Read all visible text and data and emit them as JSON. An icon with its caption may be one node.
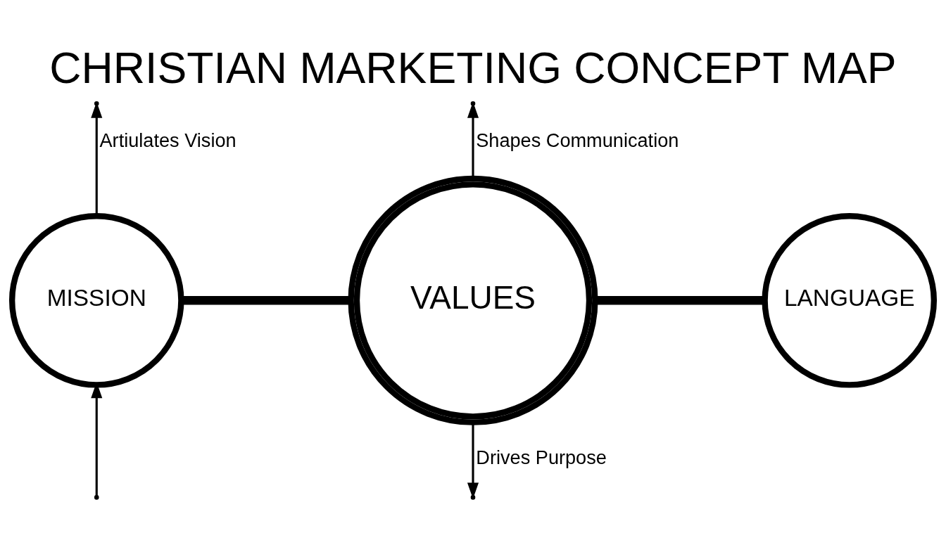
{
  "diagram": {
    "title": "CHRISTIAN MARKETING CONCEPT MAP",
    "nodes": [
      {
        "text": [
          "MISSION"
        ]
      },
      {
        "text": [
          "VALUES"
        ]
      },
      {
        "text": [
          "LANGUAGE"
        ]
      }
    ],
    "edges": [
      {
        "from": 0,
        "to": 1,
        "arrow": "none",
        "style": "thick"
      },
      {
        "from": 1,
        "to": 2,
        "arrow": "none",
        "style": "thick"
      },
      {
        "from": 0,
        "to": null,
        "arrow": "to",
        "label": "Artiulates Vision"
      },
      {
        "from": null,
        "to": 0,
        "arrow": "to"
      },
      {
        "from": 1,
        "to": null,
        "arrow": "to",
        "label": "Drives Purpose"
      },
      {
        "from": 1,
        "to": null,
        "arrow": "to",
        "label": "Shapes Communication"
      }
    ]
  }
}
